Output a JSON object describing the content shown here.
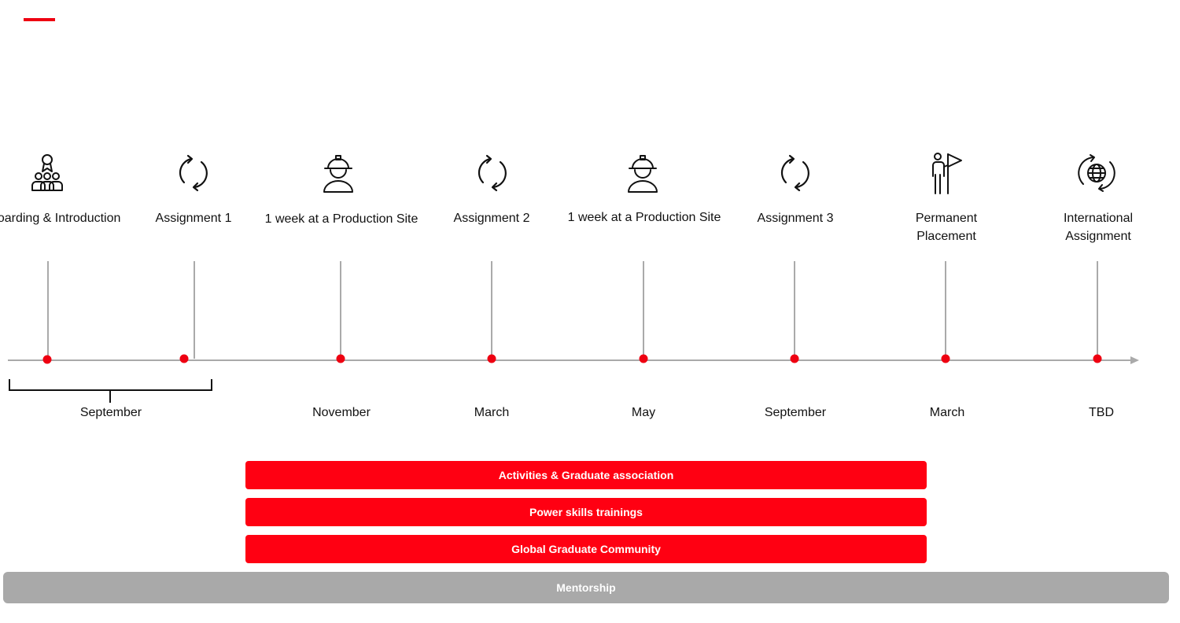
{
  "colors": {
    "accent": "#ee0011",
    "dot": "#ee0011",
    "axis": "#aaaaaa",
    "band": "#ff0012",
    "mentor_band": "#a9a9a9"
  },
  "stages": [
    {
      "label": "Onboarding & Introduction",
      "icon": "team-award-icon"
    },
    {
      "label": "Assignment 1",
      "icon": "rotate-arrows-icon"
    },
    {
      "label": "1 week at a Production Site",
      "icon": "hard-hat-worker-icon"
    },
    {
      "label": "Assignment 2",
      "icon": "rotate-arrows-icon"
    },
    {
      "label": "1 week at a Production Site",
      "icon": "hard-hat-worker-icon"
    },
    {
      "label": "Assignment 3",
      "icon": "rotate-arrows-icon"
    },
    {
      "label": "Permanent Placement",
      "icon": "person-flag-icon"
    },
    {
      "label": "International Assignment",
      "icon": "globe-rotate-icon"
    }
  ],
  "months": [
    "September",
    "November",
    "March",
    "May",
    "September",
    "March",
    "TBD"
  ],
  "bands": [
    "Activities & Graduate association",
    "Power skills trainings",
    "Global Graduate Community",
    "Mentorship"
  ]
}
